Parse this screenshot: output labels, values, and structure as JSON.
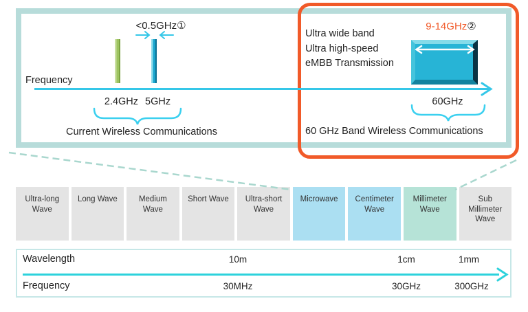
{
  "top_panel": {
    "axis_label": "Frequency",
    "left": {
      "bandwidth_note": "<0.5GHz",
      "bandwidth_marker": "①",
      "bands": [
        "2.4GHz",
        "5GHz"
      ],
      "caption": "Current Wireless Communications"
    },
    "right": {
      "features": [
        "Ultra wide band",
        "Ultra high-speed",
        "eMBB Transmission"
      ],
      "bandwidth_note": "9-14GHz",
      "bandwidth_marker": "②",
      "band": "60GHz",
      "caption": "60 GHz Band Wireless Communications"
    }
  },
  "spectrum_table": {
    "bands": [
      {
        "label": "Ultra-long\nWave",
        "highlight": "gray"
      },
      {
        "label": "Long Wave",
        "highlight": "gray"
      },
      {
        "label": "Medium\nWave",
        "highlight": "gray"
      },
      {
        "label": "Short Wave",
        "highlight": "gray"
      },
      {
        "label": "Ultra-short\nWave",
        "highlight": "gray"
      },
      {
        "label": "Microwave",
        "highlight": "blue"
      },
      {
        "label": "Centimeter\nWave",
        "highlight": "blue"
      },
      {
        "label": "Millimeter\nWave",
        "highlight": "green"
      },
      {
        "label": "Sub\nMillimeter\nWave",
        "highlight": "gray"
      }
    ]
  },
  "scale": {
    "wavelength_label": "Wavelength",
    "frequency_label": "Frequency",
    "ticks": [
      {
        "wavelength": "10m",
        "frequency": "30MHz"
      },
      {
        "wavelength": "1cm",
        "frequency": "30GHz"
      },
      {
        "wavelength": "1mm",
        "frequency": "300GHz"
      }
    ]
  },
  "colors": {
    "frame_teal": "#b7dcda",
    "highlight_orange": "#f15a29",
    "axis_cyan": "#35c7e8",
    "scale_cyan": "#2dd2dc",
    "brace_cyan": "#3bd0ef",
    "dash_teal": "#a9d7ce",
    "bar_green": "#9dc35f",
    "bar_teal": "#1aa6ce",
    "box_teal": "#27b4d6",
    "cell_gray": "#e4e4e4",
    "cell_blue": "#abdff2",
    "cell_green": "#b6e3d7"
  }
}
